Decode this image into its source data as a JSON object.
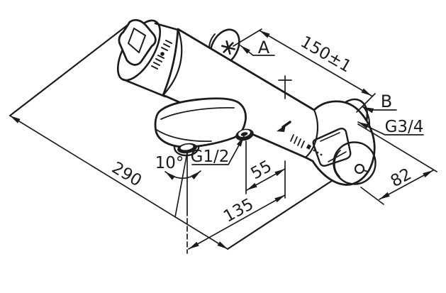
{
  "drawing": {
    "reference_labels": {
      "connection_a": "A",
      "connection_b": "B"
    },
    "thread_labels": {
      "connection_thread": "G3/4",
      "outlet_thread": "G1/2"
    },
    "dimension_labels": {
      "connection_distance": "150±1",
      "overall_length": "290",
      "spout_outlet_to_center": "135",
      "hose_outlet_to_center": "55",
      "depth": "82",
      "spout_angle": "10°"
    },
    "colors": {
      "line": "#1c1c1c",
      "background": "#ffffff"
    }
  }
}
